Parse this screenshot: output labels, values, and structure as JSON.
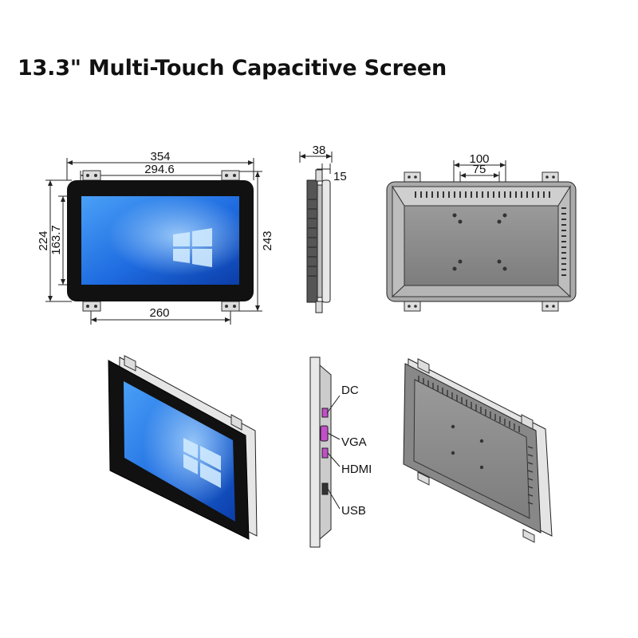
{
  "title": "13.3\" Multi-Touch Capacitive Screen",
  "front_view": {
    "dims": {
      "overall_width": "354",
      "screen_width": "294.6",
      "overall_height": "224",
      "screen_height": "163.7",
      "bracket_height": "243",
      "bracket_spacing": "260"
    }
  },
  "side_view": {
    "dims": {
      "depth": "38",
      "flange": "15"
    }
  },
  "rear_view": {
    "dims": {
      "vesa_outer": "100",
      "vesa_inner": "75"
    }
  },
  "ports": [
    {
      "label": "DC"
    },
    {
      "label": "VGA"
    },
    {
      "label": "HDMI"
    },
    {
      "label": "USB"
    }
  ],
  "colors": {
    "bezel": "#111111",
    "screen_top": "#3f8ff0",
    "screen_bottom": "#0a3fae",
    "rear_panel": "#8d8d8d",
    "port_accent": "#c24fc9"
  }
}
